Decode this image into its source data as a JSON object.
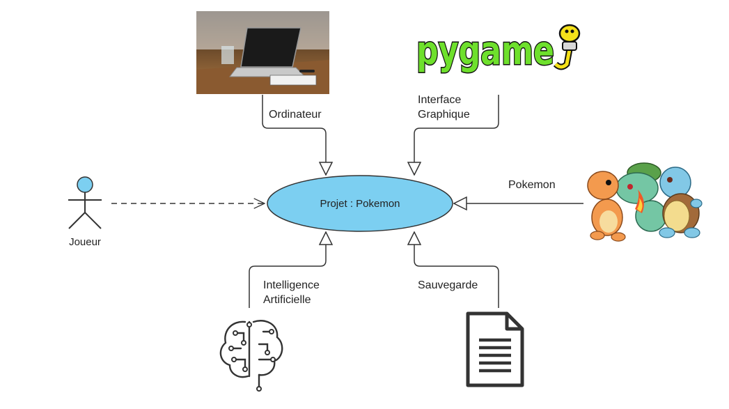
{
  "center": {
    "label": "Projet : Pokemon",
    "color": "#7ccff1"
  },
  "actor": {
    "label": "Joueur",
    "head_color": "#7ccff1"
  },
  "nodes": {
    "ordinateur": {
      "label": "Ordinateur"
    },
    "interface": {
      "label_line1": "Interface",
      "label_line2": "Graphique",
      "logo_text": "pygame"
    },
    "pokemon": {
      "label": "Pokemon"
    },
    "ia": {
      "label_line1": "Intelligence",
      "label_line2": "Artificielle"
    },
    "sauvegarde": {
      "label": "Sauvegarde"
    }
  },
  "colors": {
    "line": "#333333",
    "logo_green": "#6ee02c",
    "logo_yellow": "#f5e11a"
  },
  "icons": [
    "laptop-photo",
    "pygame-logo",
    "pokemon-starters",
    "brain-circuit-icon",
    "document-icon",
    "stick-figure-actor"
  ]
}
